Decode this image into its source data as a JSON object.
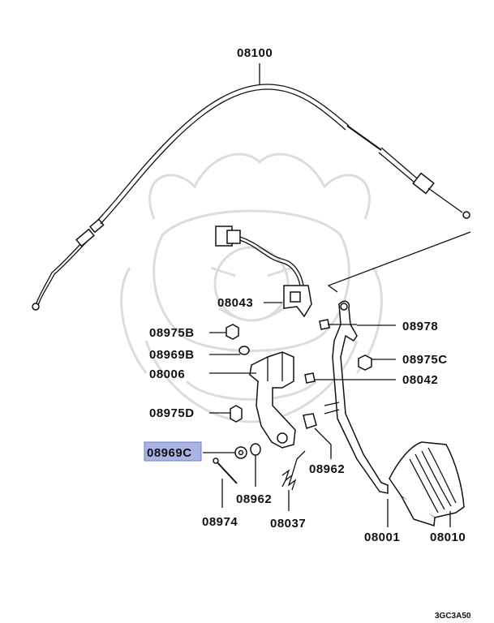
{
  "diagram": {
    "drawing_code": "3GC3A50",
    "highlight_color": "#a8b4e6",
    "highlighted_label": "08969C",
    "parts": [
      {
        "id": "cable",
        "label": "08100"
      },
      {
        "id": "connector",
        "label": "08043"
      },
      {
        "id": "nut_b",
        "label": "08975B"
      },
      {
        "id": "washer_b",
        "label": "08969B"
      },
      {
        "id": "bracket",
        "label": "08006"
      },
      {
        "id": "nut_d",
        "label": "08975D"
      },
      {
        "id": "washer_c",
        "label": "08969C"
      },
      {
        "id": "pin",
        "label": "08974"
      },
      {
        "id": "bushing_left",
        "label": "08962"
      },
      {
        "id": "spring",
        "label": "08037"
      },
      {
        "id": "bushing_right",
        "label": "08962"
      },
      {
        "id": "pedal_arm",
        "label": "08001"
      },
      {
        "id": "pedal_pad",
        "label": "08010"
      },
      {
        "id": "bolt",
        "label": "08978"
      },
      {
        "id": "nut_c",
        "label": "08975C"
      },
      {
        "id": "stopper",
        "label": "08042"
      }
    ]
  }
}
